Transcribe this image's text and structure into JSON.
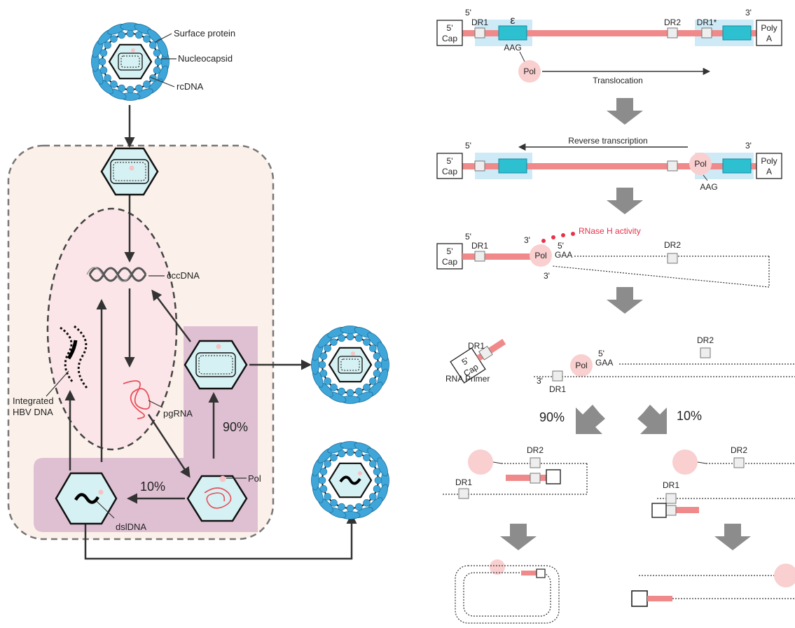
{
  "left": {
    "surface_protein": "Surface protein",
    "nucleocapsid": "Nucleocapsid",
    "rcdna": "rcDNA",
    "cccdna": "cccDNA",
    "integrated_1": "Integrated",
    "integrated_2": "HBV DNA",
    "pgrna": "pgRNA",
    "pct90": "90%",
    "pct10": "10%",
    "pol": "Pol",
    "dsldna": "dslDNA"
  },
  "right": {
    "five_prime": "5'",
    "three_prime": "3'",
    "cap_1": "5'",
    "cap_2": "Cap",
    "poly_1": "Poly",
    "poly_2": "A",
    "dr1": "DR1",
    "dr2": "DR2",
    "dr1_star": "DR1*",
    "epsilon": "ε",
    "aag": "AAG",
    "gaa": "GAA",
    "pol": "Pol",
    "translocation": "Translocation",
    "reverse_transcription": "Reverse transcription",
    "rnase": "RNase H activity",
    "rna_primer": "RNA Primer",
    "pct90": "90%",
    "pct10": "10%"
  },
  "colors": {
    "rna": "#f08a8a",
    "pol": "#f9cfcf",
    "epsilon_box": "#2cc0d0",
    "highlight": "#cfeaf7",
    "cell": "#fbf1ea",
    "nucleus": "#fbe5e8",
    "purple": "#d9b7cf",
    "spike": "#3fa6d9",
    "capsid": "#d6f1f3",
    "rnase": "#e8324a"
  }
}
